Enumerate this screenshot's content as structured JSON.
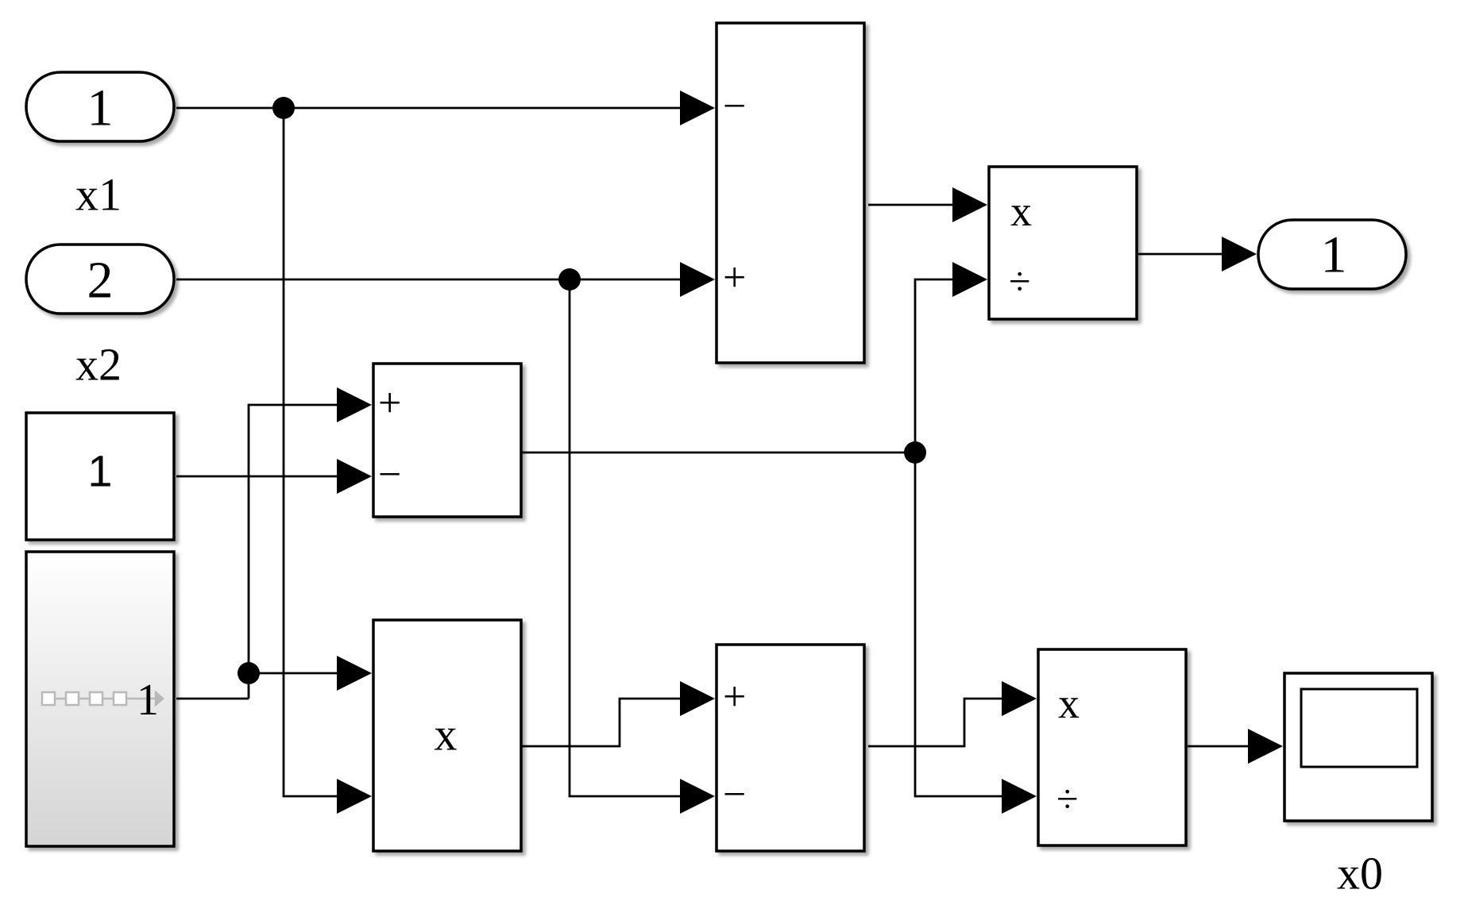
{
  "inports": [
    {
      "number": "1",
      "label": "x1"
    },
    {
      "number": "2",
      "label": "x2"
    }
  ],
  "constant": {
    "value": "1"
  },
  "step_input": {
    "value": "1"
  },
  "sum_top": {
    "signs": [
      "−",
      "+"
    ]
  },
  "sum_mid": {
    "signs": [
      "+",
      "−"
    ]
  },
  "sum_bottom": {
    "signs": [
      "+",
      "−"
    ]
  },
  "product_mid": {
    "symbol": "x"
  },
  "divide_top": {
    "signs": [
      "x",
      "÷"
    ]
  },
  "divide_bottom": {
    "signs": [
      "x",
      "÷"
    ]
  },
  "outport": {
    "number": "1"
  },
  "scope": {
    "label": "x0",
    "icon": "scope-icon"
  }
}
